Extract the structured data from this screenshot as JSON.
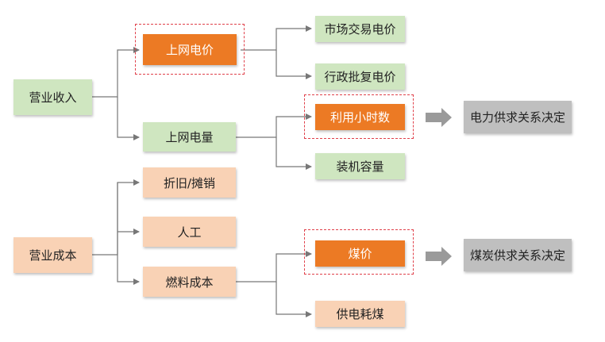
{
  "colors": {
    "revenue_fill": "#cfe6c0",
    "cost_fill": "#f9d2b5",
    "highlight_fill": "#ec7a24",
    "result_fill": "#bfbfbf",
    "dashed_border": "#e0404a",
    "connector": "#777777",
    "arrow": "#9a9a9a"
  },
  "nodes": {
    "revenue": "营业收入",
    "grid_price": "上网电价",
    "market_price": "市场交易电价",
    "admin_price": "行政批复电价",
    "grid_volume": "上网电量",
    "utilization_hours": "利用小时数",
    "installed_capacity": "装机容量",
    "power_supply_demand": "电力供求关系决定",
    "cost": "营业成本",
    "depreciation": "折旧/摊销",
    "labor": "人工",
    "fuel_cost": "燃料成本",
    "coal_price": "煤价",
    "coal_consumption": "供电耗煤",
    "coal_supply_demand": "煤炭供求关系决定"
  },
  "highlighted": [
    "grid_price",
    "utilization_hours",
    "coal_price"
  ]
}
